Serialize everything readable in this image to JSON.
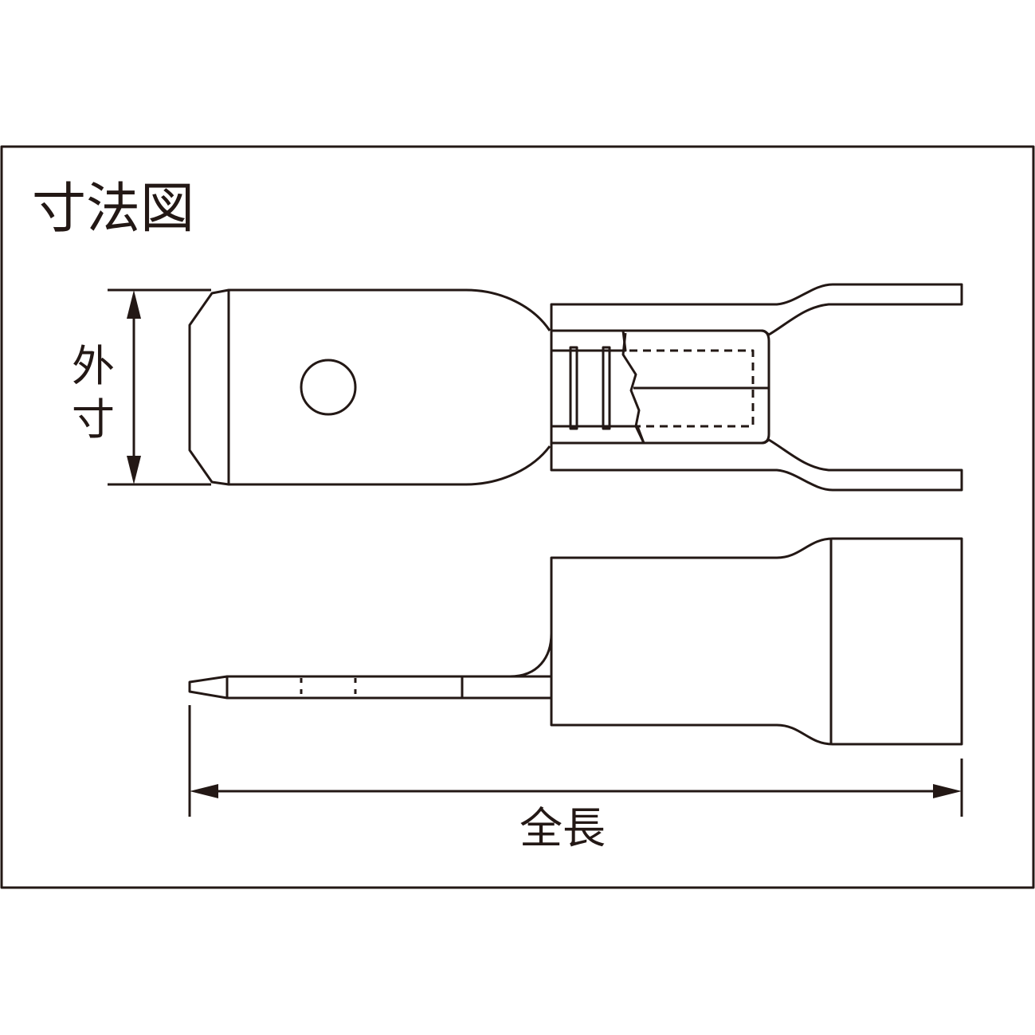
{
  "title": "寸法図",
  "labels": {
    "outer_dimension_1": "外",
    "outer_dimension_2": "寸",
    "total_length": "全長"
  },
  "colors": {
    "line": "#231815",
    "background": "#ffffff"
  }
}
